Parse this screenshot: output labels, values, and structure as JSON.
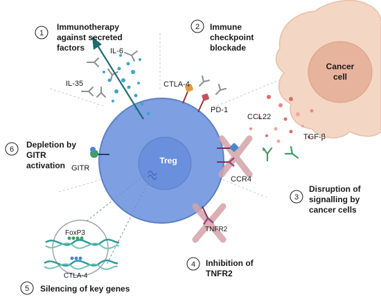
{
  "mechanisms": [
    {
      "number": "1",
      "lines": [
        "Immunotherapy",
        "against secreted",
        "factors"
      ]
    },
    {
      "number": "2",
      "lines": [
        "Immune",
        "checkpoint",
        "blockade"
      ]
    },
    {
      "number": "3",
      "lines": [
        "Disruption of",
        "signalling by",
        "cancer cells"
      ]
    },
    {
      "number": "4",
      "lines": [
        "Inhibition of",
        "TNFR2"
      ]
    },
    {
      "number": "5",
      "lines": [
        "Silencing of key genes"
      ]
    },
    {
      "number": "6",
      "lines": [
        "Depletion by",
        "GITR",
        "activation"
      ]
    }
  ],
  "labels": {
    "il6": "IL-6",
    "il35": "IL-35",
    "ctla4": "CTLA-4",
    "pd1": "PD-1",
    "cancer_cell": [
      "Cancer",
      "cell"
    ],
    "ccl22": "CCL22",
    "tgfb": "TGF-β",
    "ccr4": "CCR4",
    "gitr": "GITR",
    "treg": "Treg",
    "tnfr2": "TNFR2",
    "foxp3": "FoxP3",
    "ctla4_gene": "CTLA-4"
  },
  "colors": {
    "cell_outer": "#7ea0e3",
    "cell_inner": "#6a8fdc",
    "cancer_body": "#f3d6c4",
    "cancer_nucleus": "#e7b39c",
    "arrow": "#1f6a72",
    "inhibit_cross": "#d4a3a8"
  }
}
